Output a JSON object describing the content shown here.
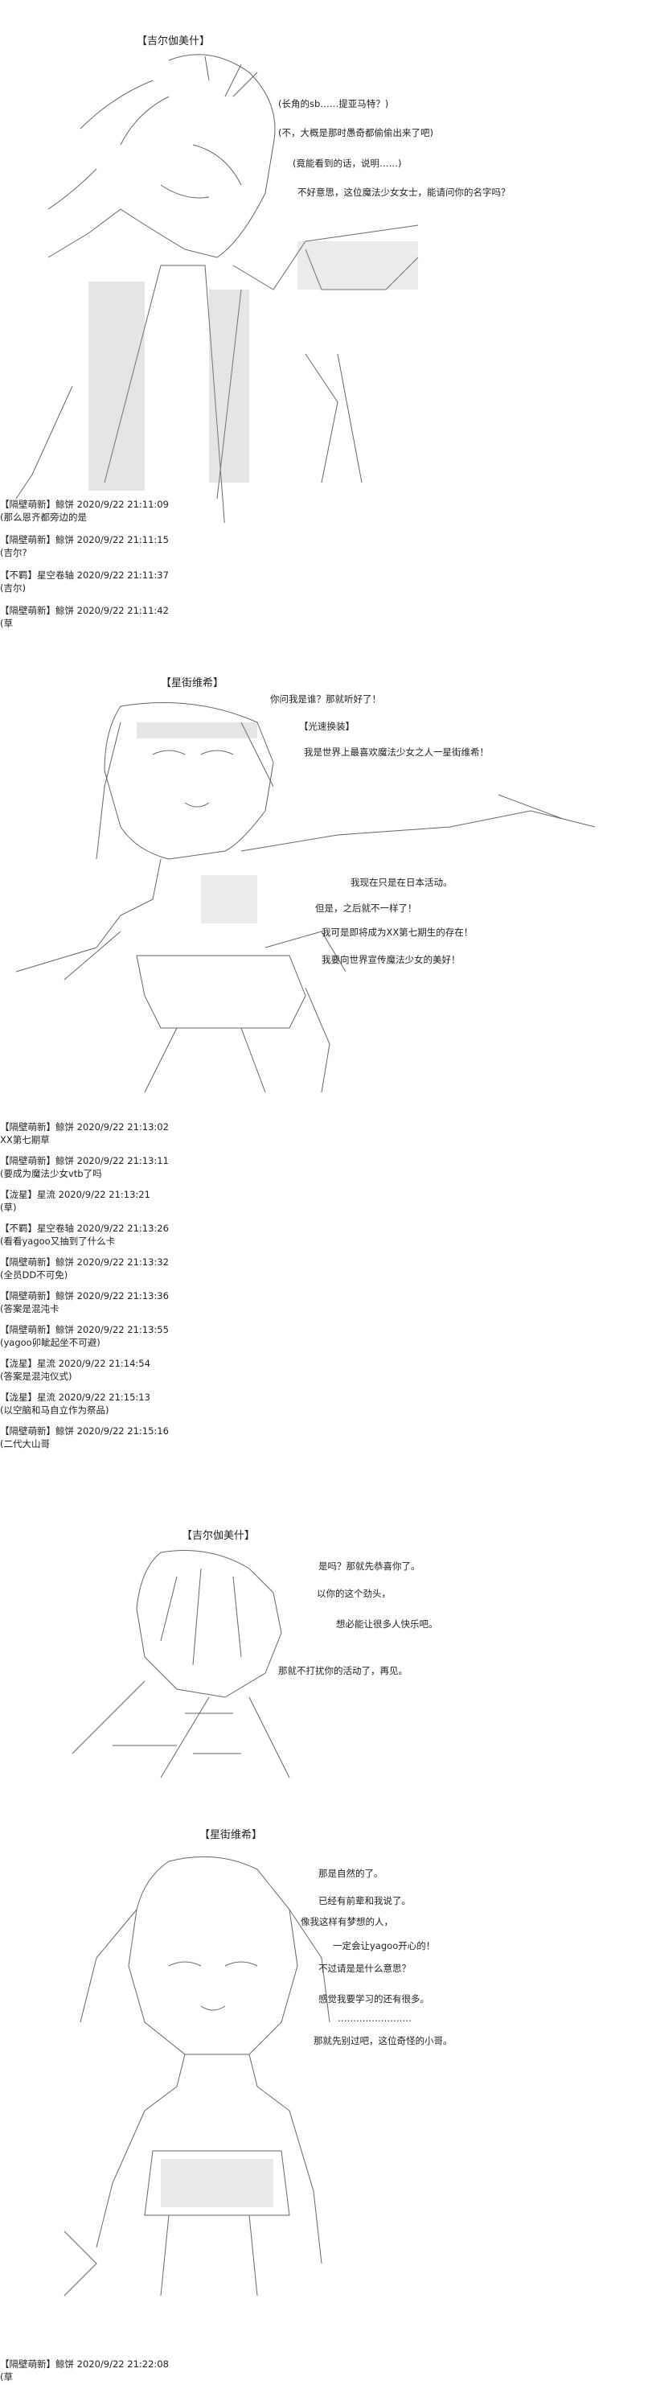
{
  "scene1": {
    "name_tag": "【吉尔伽美什】",
    "lines": [
      "(长角的sb……提亚马特？)",
      "(不，大概是那时愚奇都偷偷出来了吧)",
      "(竟能看到的话，说明……)",
      "不好意思，这位魔法少女女士，能请问你的名字吗？"
    ]
  },
  "comments1": [
    {
      "meta": "【隔壁萌新】鲸饼 2020/9/22 21:11:09",
      "text": "(那么恩齐都旁边的是"
    },
    {
      "meta": "【隔壁萌新】鲸饼 2020/9/22 21:11:15",
      "text": "(吉尔?"
    },
    {
      "meta": "【不羁】星空卷轴 2020/9/22 21:11:37",
      "text": "(吉尔)"
    },
    {
      "meta": "【隔壁萌新】鲸饼 2020/9/22 21:11:42",
      "text": "(草"
    }
  ],
  "scene2": {
    "name_tag": "【星街维希】",
    "lines": [
      "你问我是谁？那就听好了！",
      "【光速换装】",
      "我是世界上最喜欢魔法少女之人一星街维希！",
      "我现在只是在日本活动。",
      "但是，之后就不一样了！",
      "我可是即将成为XX第七期生的存在！",
      "我要向世界宣传魔法少女的美好！"
    ]
  },
  "comments2": [
    {
      "meta": "【隔壁萌新】鲸饼 2020/9/22 21:13:02",
      "text": "XX第七期草"
    },
    {
      "meta": "【隔壁萌新】鲸饼 2020/9/22 21:13:11",
      "text": "(要成为魔法少女vtb了吗"
    },
    {
      "meta": "【泷星】星流 2020/9/22 21:13:21",
      "text": "(草)"
    },
    {
      "meta": "【不羁】星空卷轴 2020/9/22 21:13:26",
      "text": "(看看yagoo又抽到了什么卡"
    },
    {
      "meta": "【隔壁萌新】鲸饼 2020/9/22 21:13:32",
      "text": "(全员DD不可免)"
    },
    {
      "meta": "【隔壁萌新】鲸饼 2020/9/22 21:13:36",
      "text": "(答案是混沌卡"
    },
    {
      "meta": "【隔壁萌新】鲸饼 2020/9/22 21:13:55",
      "text": "(yagoo卯眦起坐不可避)"
    },
    {
      "meta": "【泷星】星流 2020/9/22 21:14:54",
      "text": "(答案是混沌仪式)"
    },
    {
      "meta": "【泷星】星流 2020/9/22 21:15:13",
      "text": "(以空脑和马自立作为祭品)"
    },
    {
      "meta": "【隔壁萌新】鲸饼 2020/9/22 21:15:16",
      "text": "(二代大山哥"
    }
  ],
  "scene3": {
    "name_tag": "【吉尔伽美什】",
    "lines": [
      "是吗？那就先恭喜你了。",
      "以你的这个劲头，",
      "想必能让很多人快乐吧。",
      "那就不打扰你的活动了，再见。"
    ]
  },
  "scene4": {
    "name_tag": "【星街维希】",
    "lines": [
      "那是自然的了。",
      "已经有前辈和我说了。",
      "像我这样有梦想的人，",
      "一定会让yagoo开心的！",
      "不过请是是什么意思？",
      "感觉我要学习的还有很多。",
      "……………………",
      "那就先别过吧，这位奇怪的小哥。"
    ]
  },
  "comments3": [
    {
      "meta": "【隔壁萌新】鲸饼 2020/9/22 21:22:08",
      "text": "(草"
    }
  ]
}
